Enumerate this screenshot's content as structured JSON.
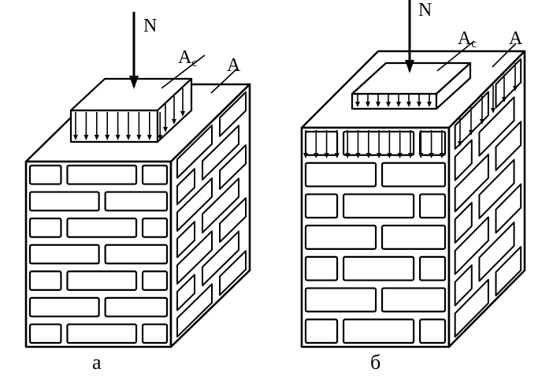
{
  "figure_a": {
    "caption": "а",
    "force_label": "N",
    "local_area_label": "A",
    "local_area_subscript": "c",
    "total_area_label": "A"
  },
  "figure_b": {
    "caption": "б",
    "force_label": "N",
    "local_area_label": "A",
    "local_area_subscript": "c",
    "total_area_label": "A"
  },
  "colors": {
    "ink": "#000000",
    "background": "#ffffff"
  }
}
